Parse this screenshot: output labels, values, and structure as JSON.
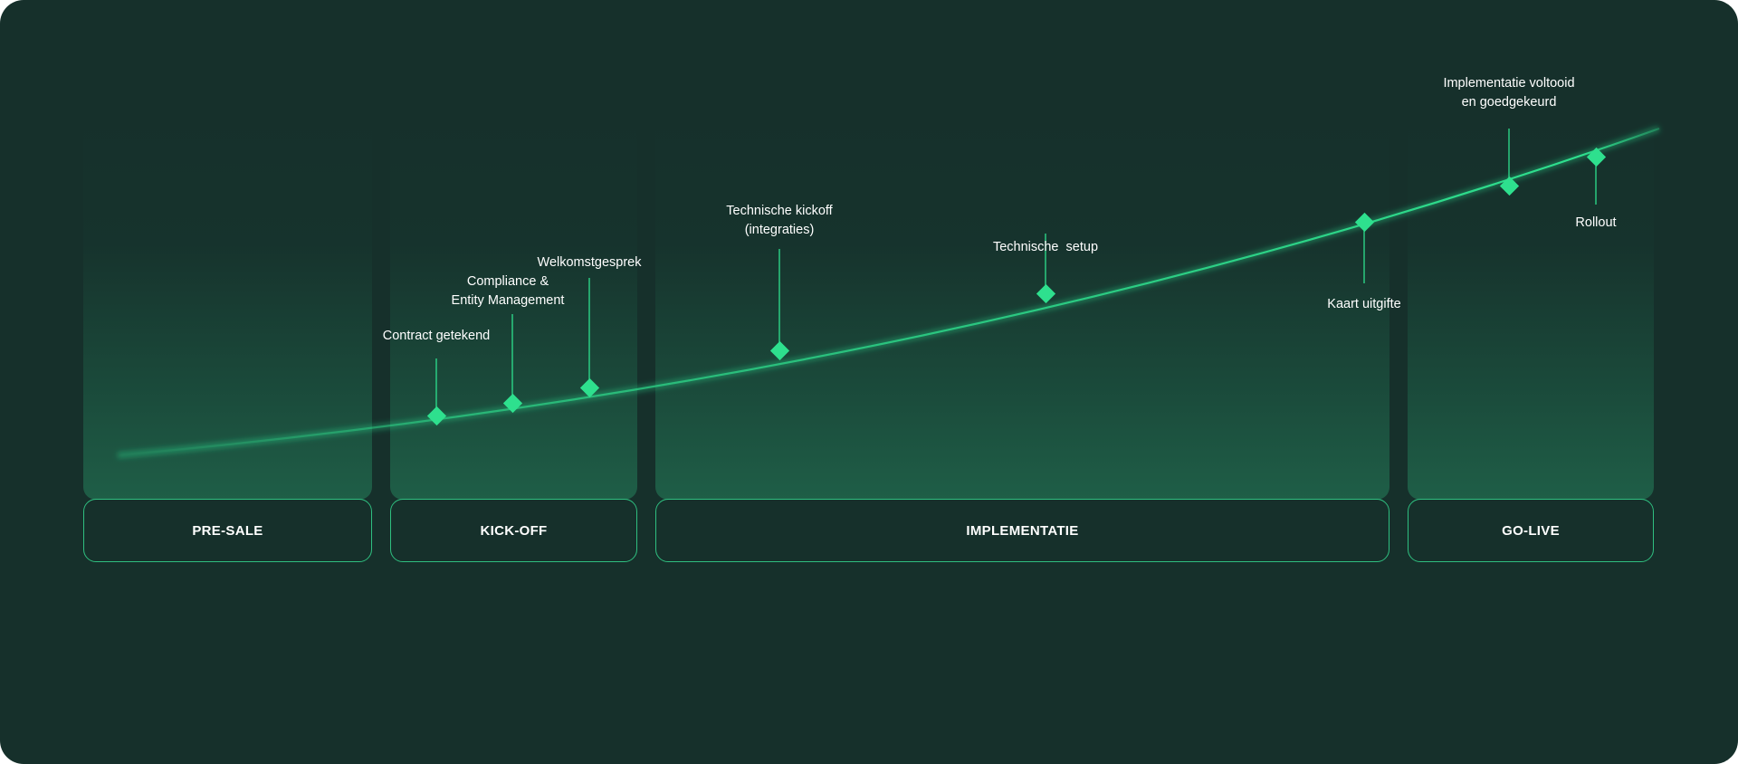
{
  "phases": [
    {
      "label": "PRE-SALE"
    },
    {
      "label": "KICK-OFF"
    },
    {
      "label": "IMPLEMENTATIE"
    },
    {
      "label": "GO-LIVE"
    }
  ],
  "milestones": [
    {
      "line1": "Contract getekend",
      "line2": ""
    },
    {
      "line1": "Compliance &",
      "line2": "Entity Management"
    },
    {
      "line1": "Welkomstgesprek",
      "line2": ""
    },
    {
      "line1": "Technische kickoff",
      "line2": "(integraties)"
    },
    {
      "line1": "Technische  setup",
      "line2": ""
    },
    {
      "line1": "Kaart uitgifte",
      "line2": ""
    },
    {
      "line1": "Implementatie voltooid",
      "line2": "en goedgekeurd"
    },
    {
      "line1": "Rollout",
      "line2": ""
    }
  ],
  "colors": {
    "background": "#16302b",
    "accent": "#2ee08e",
    "border": "#2fbf80",
    "text": "#ffffff"
  }
}
